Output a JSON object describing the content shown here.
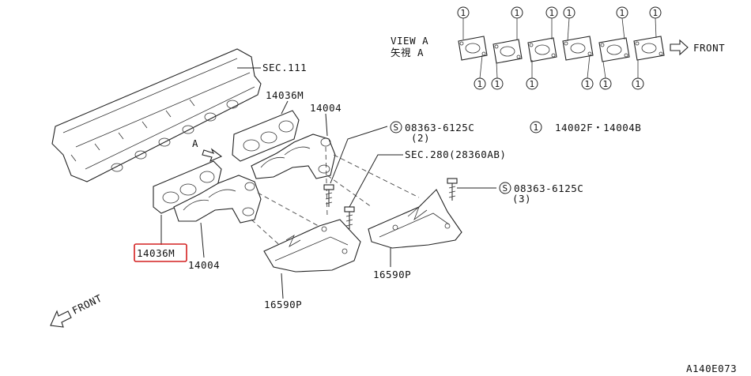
{
  "view": {
    "title": "VIEW A",
    "title_jp": "矢視 A",
    "front": "FRONT"
  },
  "labels": {
    "sec111": "SEC.111",
    "p14036m_top": "14036M",
    "p14004_top": "14004",
    "bolt1_code": "08363-6125C",
    "bolt1_qty": "(2)",
    "s_marker": "S",
    "note_num": "1",
    "note_text": "14002F・14004B",
    "sec280": "SEC.280(28360AB)",
    "bolt2_code": "08363-6125C",
    "bolt2_qty": "(3)",
    "view_arrow": "A",
    "p14036m_bottom": "14036M",
    "p14004_bottom": "14004",
    "p16590p_left": "16590P",
    "p16590p_right": "16590P",
    "front_bottom": "FRONT",
    "figure_code": "A140E073"
  },
  "callouts_top": [
    "1",
    "1",
    "1",
    "1",
    "1",
    "1"
  ],
  "callouts_bottom": [
    "1",
    "1",
    "1",
    "1",
    "1",
    "1"
  ],
  "colors": {
    "highlight": "#d32020",
    "line": "#222222"
  }
}
